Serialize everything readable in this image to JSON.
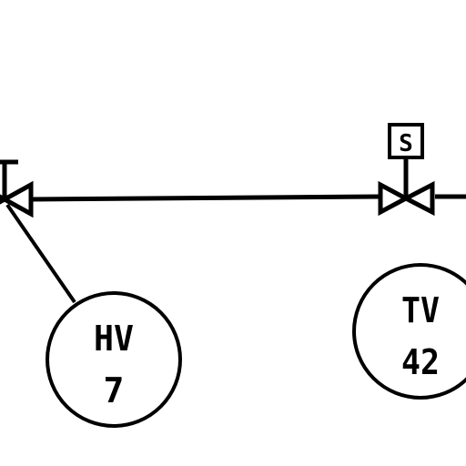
{
  "diagram": {
    "instruments": [
      {
        "id": "hv7",
        "letters": "HV",
        "number": "7"
      },
      {
        "id": "tv42",
        "letters": "TV",
        "number": "42"
      }
    ],
    "solenoid_label": "S"
  }
}
